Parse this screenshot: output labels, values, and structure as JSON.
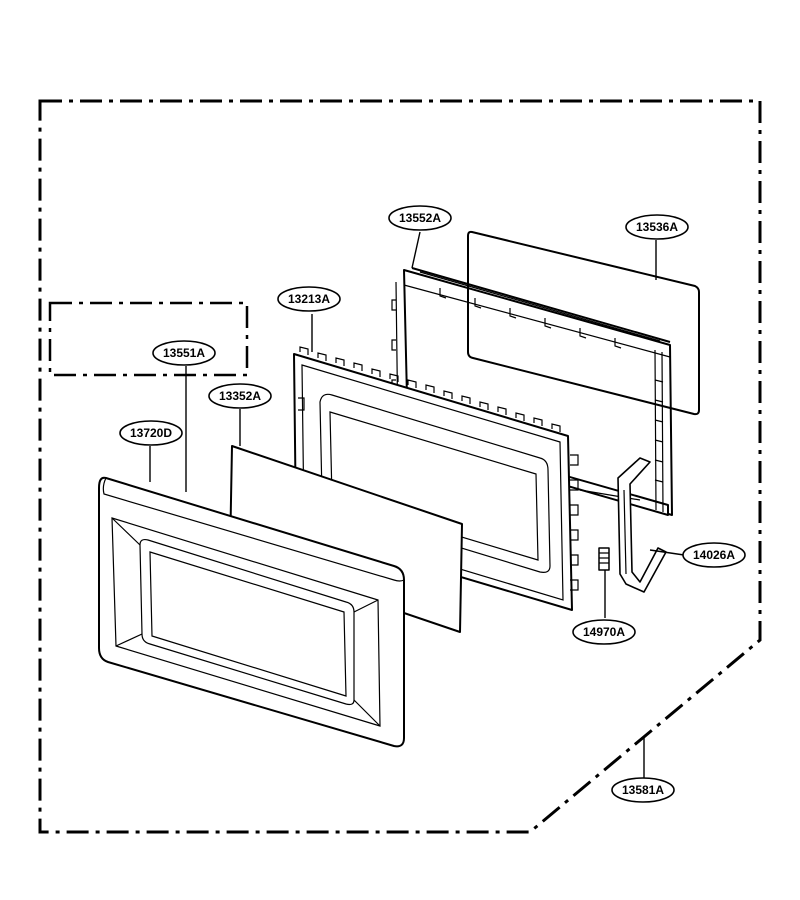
{
  "callouts": {
    "c13552A": "13552A",
    "c13536A": "13536A",
    "c13213A": "13213A",
    "c13551A": "13551A",
    "c13352A": "13352A",
    "c13720D": "13720D",
    "c14026A": "14026A",
    "c14970A": "14970A",
    "c13581A": "13581A"
  }
}
